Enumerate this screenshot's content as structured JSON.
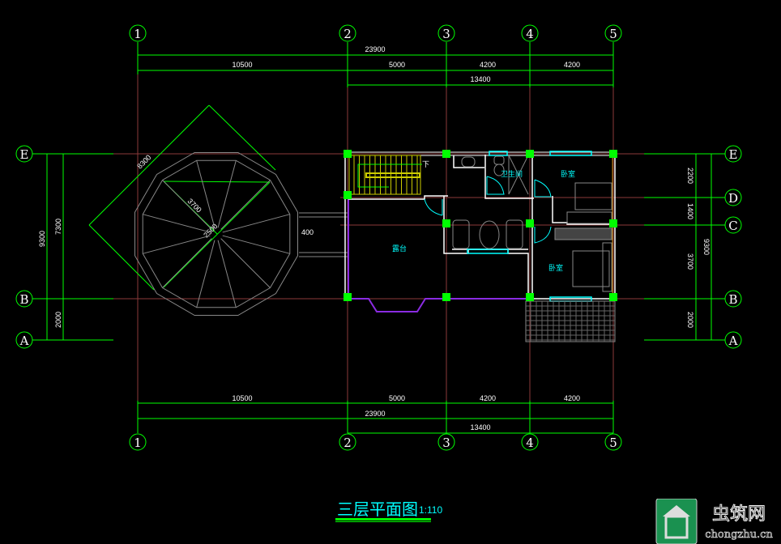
{
  "drawing": {
    "title": "三层平面图",
    "scale": "1:110",
    "axes_vertical": [
      "1",
      "2",
      "3",
      "4",
      "5"
    ],
    "axes_horizontal": [
      "E",
      "D",
      "C",
      "B",
      "A"
    ],
    "top_dims": {
      "total": "23900",
      "segments": [
        "10500",
        "5000",
        "4200",
        "4200"
      ],
      "sub_total": "13400"
    },
    "bottom_dims": {
      "total": "23900",
      "segments": [
        "10500",
        "5000",
        "4200",
        "4200"
      ],
      "sub_total": "13400"
    },
    "left_dims": {
      "total": "9300",
      "upper": "7300",
      "lower": "2000"
    },
    "right_dims": {
      "total": "9300",
      "segments": [
        "2200",
        "1400",
        "3700",
        "2000"
      ]
    },
    "roof_dims": {
      "diagonal": "8300",
      "radius": "3700",
      "inner": "2500",
      "gap": "400"
    },
    "rooms": {
      "bathroom": "卫生间",
      "bedroom1": "卧室",
      "bedroom2": "卧室",
      "terrace": "露台",
      "stair_down": "下"
    }
  },
  "logo": {
    "name": "虫筑网",
    "url_text": "chongzhu.cn"
  },
  "colors": {
    "background": "#000000",
    "grid": "#00ff00",
    "axis_line": "#8b3a3a",
    "text_room": "#00ffff",
    "wall": "#ffffff"
  }
}
